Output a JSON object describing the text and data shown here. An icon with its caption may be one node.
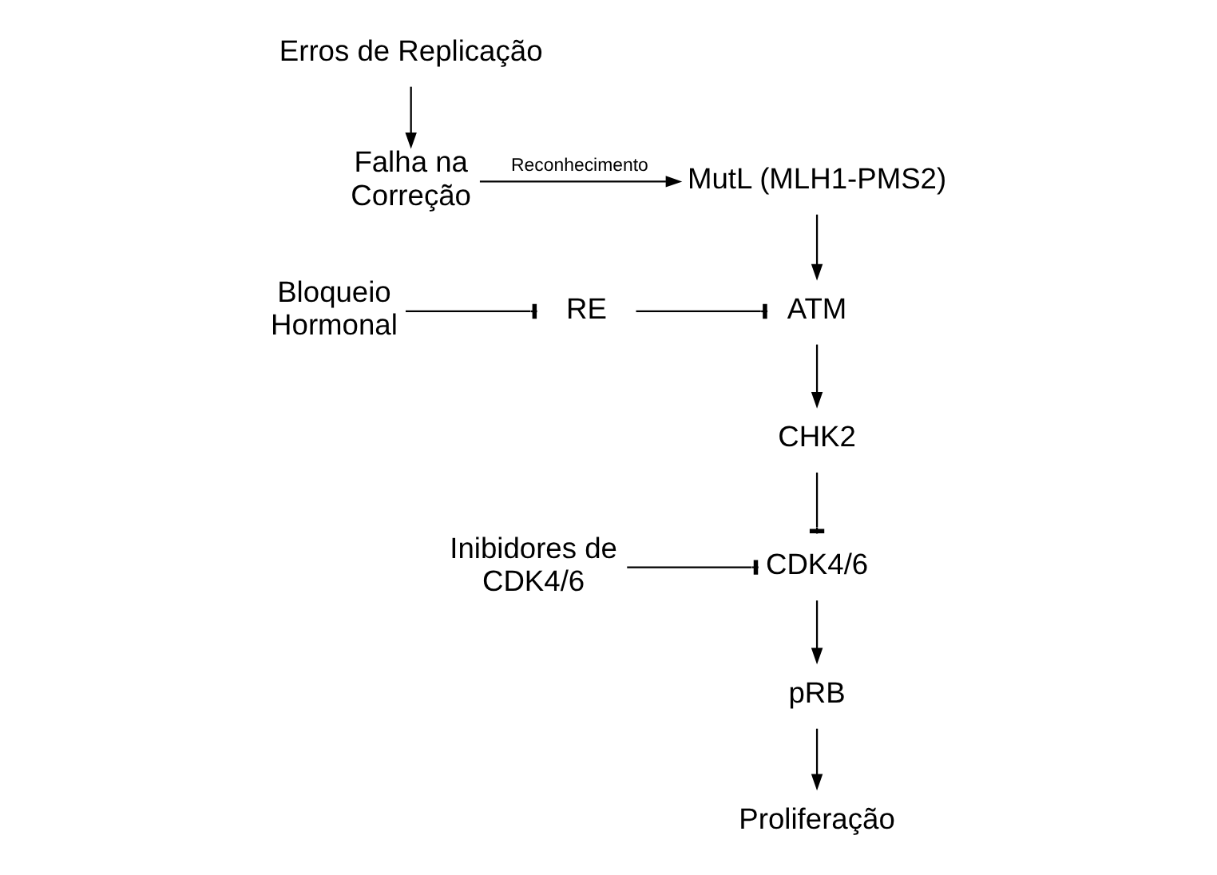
{
  "diagram": {
    "nodes": [
      {
        "text": [
          "Erros de Replicação"
        ]
      },
      {
        "text": [
          "Falha na Correção"
        ]
      },
      {
        "text": [
          "MutL (MLH1-PMS2)"
        ]
      },
      {
        "text": [
          "ATM"
        ]
      },
      {
        "text": [
          "RE"
        ]
      },
      {
        "text": [
          "Bloqueio Hormonal"
        ]
      },
      {
        "text": [
          "CHK2"
        ]
      },
      {
        "text": [
          "Inibidores de CDK4/6"
        ]
      },
      {
        "text": [
          "CDK4/6"
        ]
      },
      {
        "text": [
          "pRB"
        ]
      },
      {
        "text": [
          "Proliferação"
        ]
      }
    ],
    "edges": [
      {
        "from": 0,
        "to": 1,
        "arrow": "to"
      },
      {
        "from": 1,
        "to": 2,
        "arrow": "to",
        "label": "Reconhecimento"
      },
      {
        "from": 2,
        "to": 3,
        "arrow": "to"
      },
      {
        "from": 4,
        "to": 3,
        "arrow": "other"
      },
      {
        "from": 5,
        "to": 4,
        "arrow": "other"
      },
      {
        "from": 3,
        "to": 6,
        "arrow": "to"
      },
      {
        "from": 6,
        "to": 8,
        "arrow": "other"
      },
      {
        "from": 7,
        "to": 8,
        "arrow": "other"
      },
      {
        "from": 8,
        "to": 9,
        "arrow": "to"
      },
      {
        "from": 9,
        "to": 10,
        "arrow": "to"
      }
    ]
  }
}
